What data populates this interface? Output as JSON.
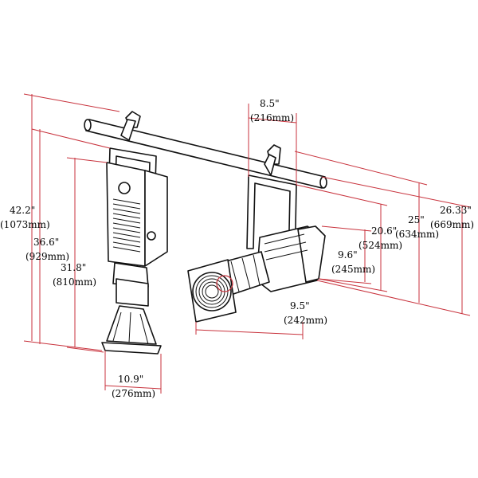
{
  "colors": {
    "dimension_line": "#c8323c",
    "outline": "#111111",
    "background": "#ffffff"
  },
  "dimensions": {
    "top_width": {
      "inch": "8.5\"",
      "mm": "(216mm)"
    },
    "total_height": {
      "inch": "42.2\"",
      "mm": "(1073mm)"
    },
    "height_2": {
      "inch": "36.6\"",
      "mm": "(929mm)"
    },
    "height_3": {
      "inch": "31.8\"",
      "mm": "(810mm)"
    },
    "base_width": {
      "inch": "10.9\"",
      "mm": "(276mm)"
    },
    "right_height_1": {
      "inch": "26.33\"",
      "mm": "(669mm)"
    },
    "right_height_2": {
      "inch": "25\"",
      "mm": "(634mm)"
    },
    "right_height_3": {
      "inch": "20.6\"",
      "mm": "(524mm)"
    },
    "body_height": {
      "inch": "9.6\"",
      "mm": "(245mm)"
    },
    "lens_width": {
      "inch": "9.5\"",
      "mm": "(242mm)"
    }
  }
}
